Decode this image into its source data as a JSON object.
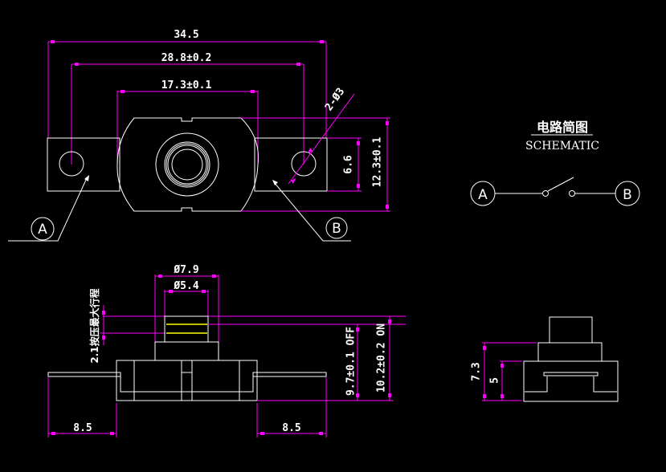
{
  "drawing": {
    "background": "#000000",
    "colors": {
      "outline": "#ffffff",
      "dimension": "#ff00ff",
      "highlight": "#ffff00"
    }
  },
  "top_view": {
    "dimensions": {
      "overall_width": "34.5",
      "terminal_hole_pitch": "28.8±0.2",
      "body_width": "17.3±0.1",
      "holes": "2-Ø3",
      "terminal_height": "6.6",
      "body_height": "12.3±0.1"
    },
    "callouts": {
      "a": "A",
      "b": "B"
    }
  },
  "schematic": {
    "title_cn": "电路简图",
    "title_en": "SCHEMATIC",
    "terminal_a": "A",
    "terminal_b": "B"
  },
  "side_view": {
    "dimensions": {
      "button_outer_dia": "Ø7.9",
      "button_inner_dia": "Ø5.4",
      "max_press_travel": "2.1按压最大行程",
      "height_off": "9.7±0.1 OFF",
      "height_on": "10.2±0.2 ON",
      "left_terminal_length": "8.5",
      "right_terminal_length": "8.5"
    }
  },
  "end_view": {
    "dimensions": {
      "total_height": "7.3",
      "body_height": "5"
    }
  }
}
